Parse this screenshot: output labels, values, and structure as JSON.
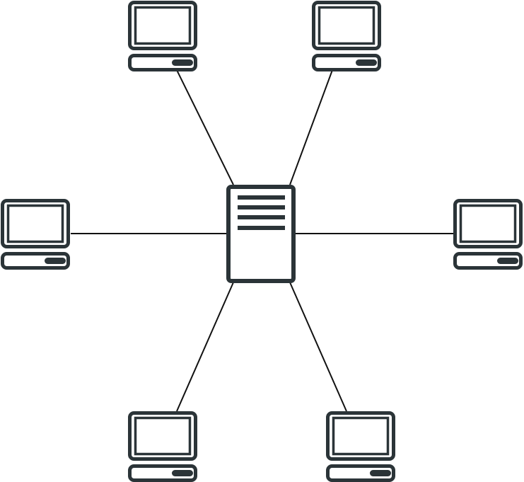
{
  "diagram": {
    "type": "star-network-topology",
    "hub": {
      "kind": "server",
      "icon": "server-icon"
    },
    "clients": [
      {
        "kind": "computer",
        "icon": "desktop-computer-icon"
      },
      {
        "kind": "computer",
        "icon": "desktop-computer-icon"
      },
      {
        "kind": "computer",
        "icon": "desktop-computer-icon"
      },
      {
        "kind": "computer",
        "icon": "desktop-computer-icon"
      },
      {
        "kind": "computer",
        "icon": "desktop-computer-icon"
      },
      {
        "kind": "computer",
        "icon": "desktop-computer-icon"
      }
    ],
    "colors": {
      "icon": "#2b3438",
      "link": "#111111",
      "background": "#ffffff"
    }
  }
}
